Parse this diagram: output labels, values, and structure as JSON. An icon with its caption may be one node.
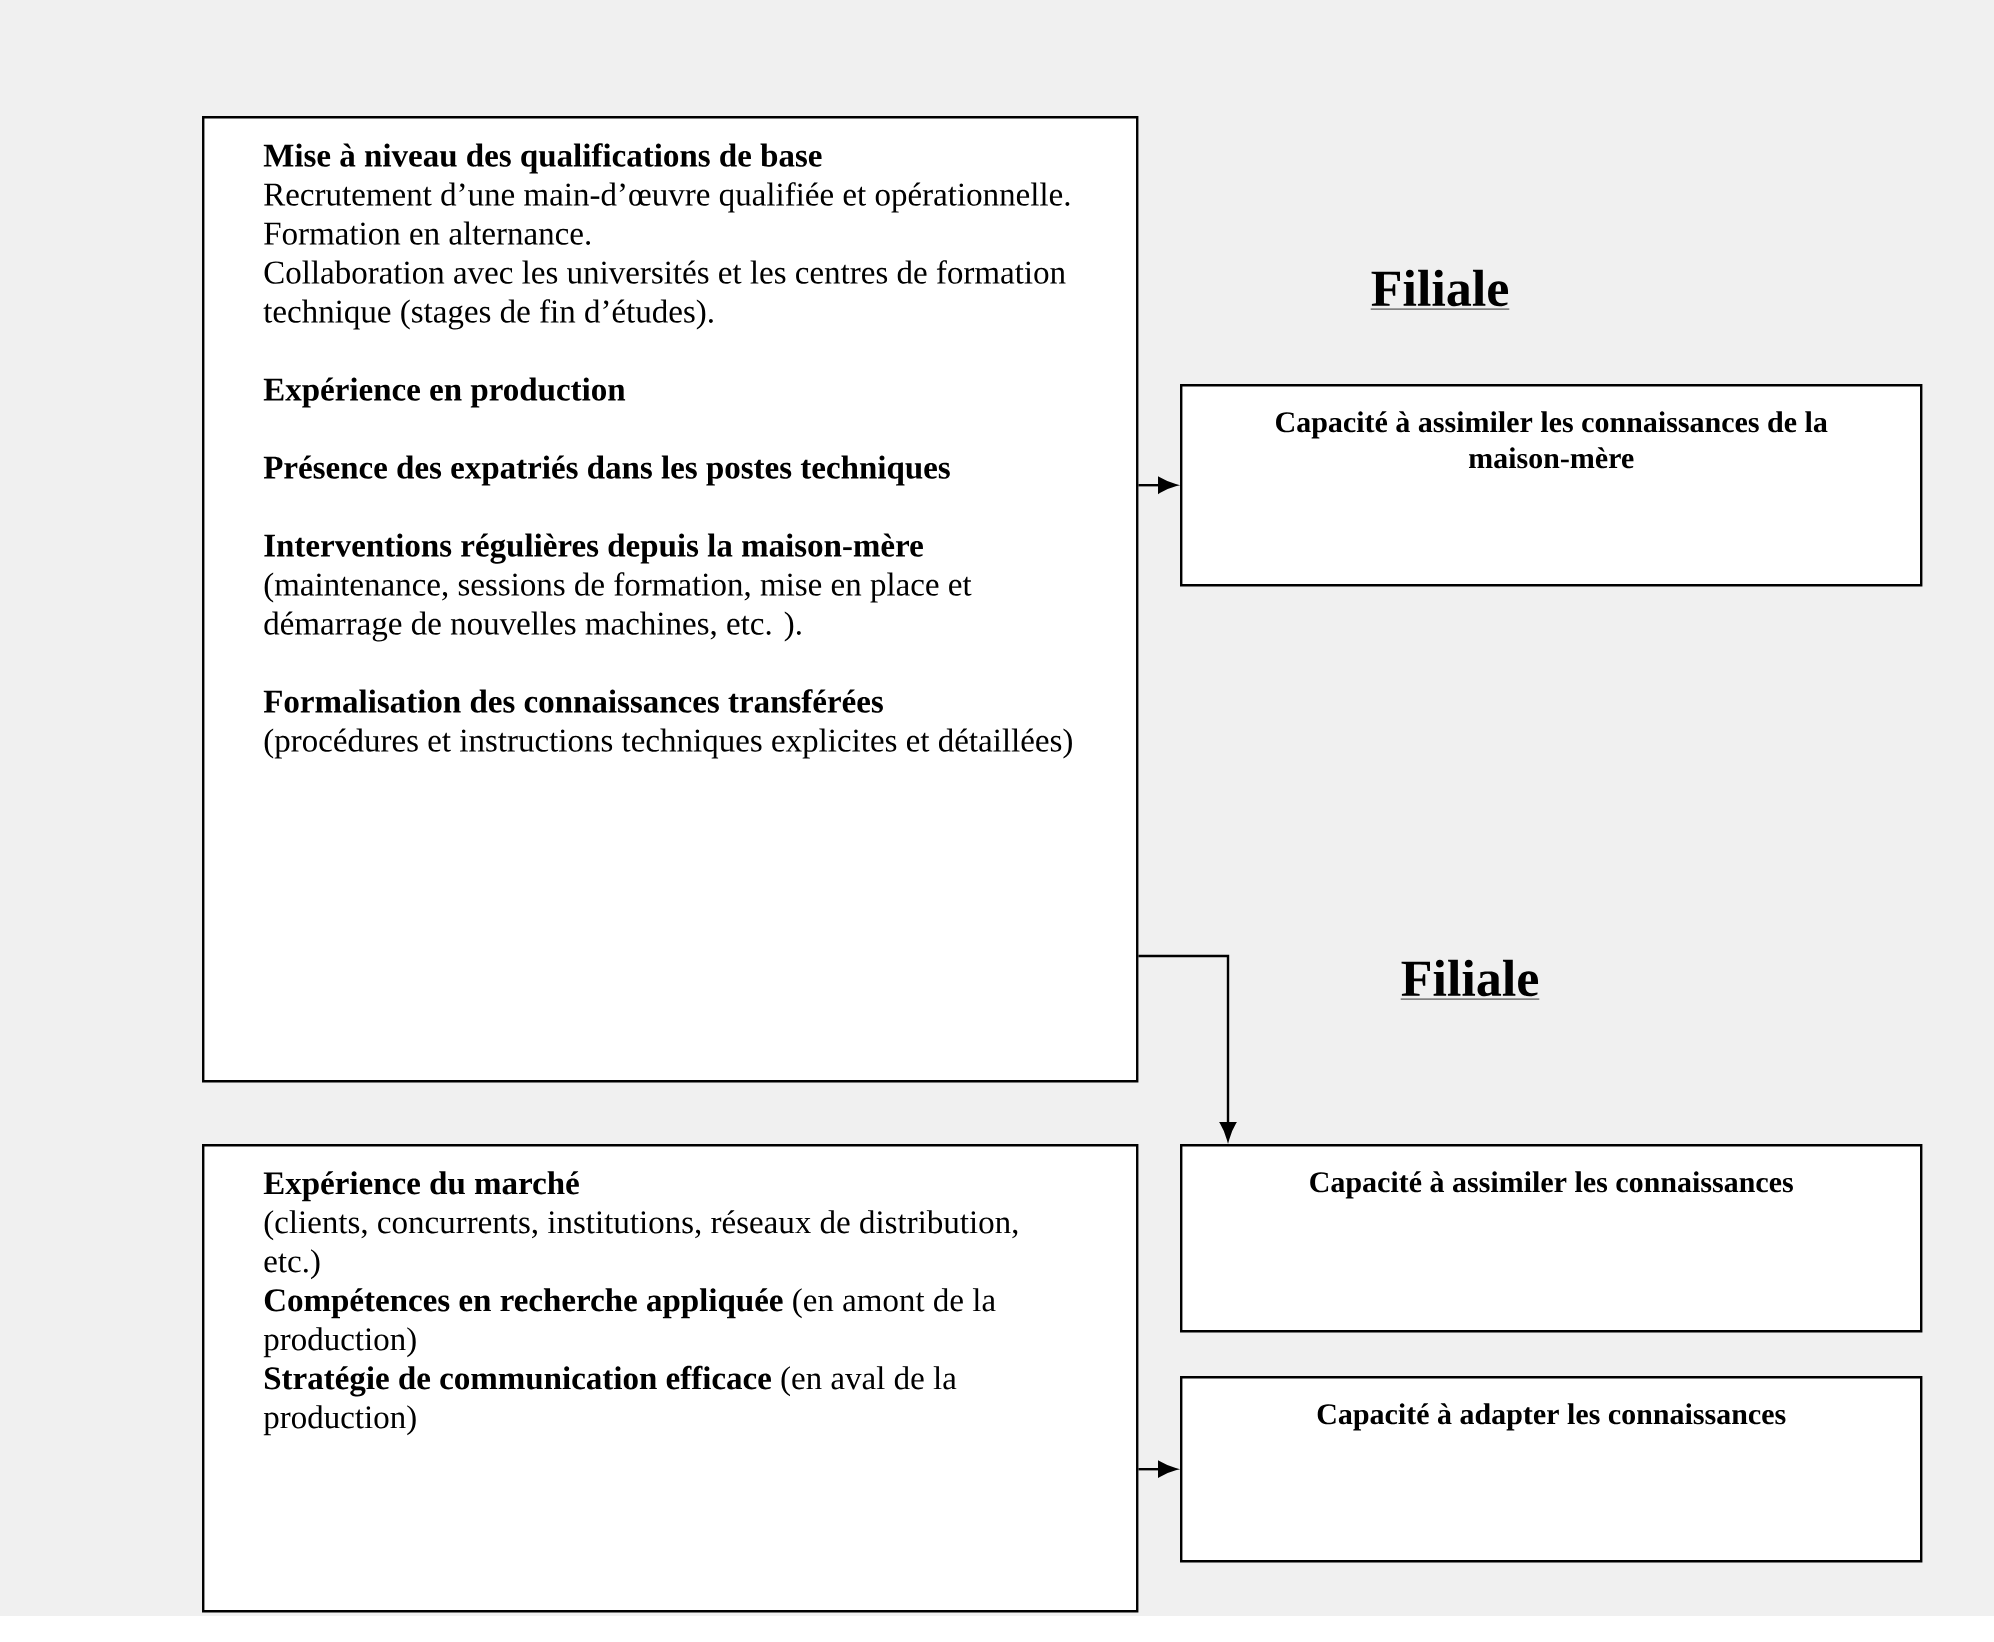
{
  "diagram": {
    "nodes": [
      {
        "text": [
          "Mise à niveau des qualifications de base",
          "Recrutement d’une main-d’œuvre qualifiée et opérationnelle.",
          "Formation en alternance.",
          "Collaboration avec les universités et les centres de formation technique (stages de fin d’études).",
          "Expérience en production",
          "Présence des expatriés dans les postes techniques",
          "Interventions régulières depuis la maison-mère",
          "(maintenance, sessions de formation, mise en place et démarrage de nouvelles machines, etc. ).",
          "Formalisation des connaissances transférées",
          "(procédures et instructions techniques explicites et détaillées)"
        ]
      },
      {
        "text": [
          "Capacité à assimiler les connaissances de la maison-mère"
        ]
      },
      {
        "text": [
          "Capacité à assimiler les connaissances"
        ]
      },
      {
        "text": [
          "Expérience du marché",
          "(clients, concurrents, institutions, réseaux de distribution, etc.)",
          "**Compétences en recherche appliquée** (en amont de la production)",
          "**Stratégie de communication efficace** (en aval de la production)"
        ]
      },
      {
        "text": [
          "Capacité à adapter les connaissances"
        ]
      }
    ],
    "edges": [
      {
        "from": 0,
        "to": 1,
        "arrow": "to"
      },
      {
        "from": 0,
        "to": 2,
        "arrow": "to"
      },
      {
        "from": 3,
        "to": 4,
        "arrow": "to"
      }
    ],
    "labels": [
      "Filiale",
      "Filiale"
    ]
  }
}
